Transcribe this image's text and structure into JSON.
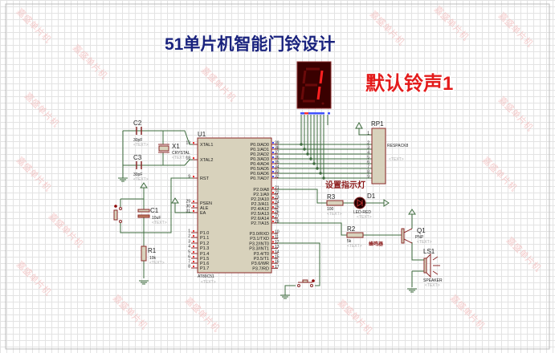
{
  "title": "51单片机智能门铃设计",
  "status_label": "默认铃声1",
  "watermark": "嘉盛单片机",
  "display": {
    "digit": "1"
  },
  "u1": {
    "ref": "U1",
    "part": "AT89C51",
    "text": "<TEXT>",
    "left_pins": [
      [
        "19",
        "XTAL1"
      ],
      [
        "18",
        "XTAL2"
      ],
      [
        "9",
        "RST"
      ],
      [
        "29",
        "PSEN"
      ],
      [
        "30",
        "ALE"
      ],
      [
        "31",
        "EA"
      ],
      [
        "1",
        "P1.0"
      ],
      [
        "2",
        "P1.1"
      ],
      [
        "3",
        "P1.2"
      ],
      [
        "4",
        "P1.3"
      ],
      [
        "5",
        "P1.4"
      ],
      [
        "6",
        "P1.5"
      ],
      [
        "7",
        "P1.6"
      ],
      [
        "8",
        "P1.7"
      ]
    ],
    "right_pins": [
      [
        "39",
        "P0.0/AD0"
      ],
      [
        "38",
        "P0.1/AD1"
      ],
      [
        "37",
        "P0.2/AD2"
      ],
      [
        "36",
        "P0.3/AD3"
      ],
      [
        "35",
        "P0.4/AD4"
      ],
      [
        "34",
        "P0.5/AD5"
      ],
      [
        "33",
        "P0.6/AD6"
      ],
      [
        "32",
        "P0.7/AD7"
      ],
      [
        "21",
        "P2.0/A8"
      ],
      [
        "22",
        "P2.1/A9"
      ],
      [
        "23",
        "P2.2/A10"
      ],
      [
        "24",
        "P2.3/A11"
      ],
      [
        "25",
        "P2.4/A12"
      ],
      [
        "26",
        "P2.5/A13"
      ],
      [
        "27",
        "P2.6/A14"
      ],
      [
        "28",
        "P2.7/A15"
      ],
      [
        "10",
        "P3.0/RXD"
      ],
      [
        "11",
        "P3.1/TXD"
      ],
      [
        "12",
        "P3.2/INT0"
      ],
      [
        "13",
        "P3.3/INT1"
      ],
      [
        "14",
        "P3.4/T0"
      ],
      [
        "15",
        "P3.5/T1"
      ],
      [
        "16",
        "P3.6/WR"
      ],
      [
        "17",
        "P3.7/RD"
      ]
    ]
  },
  "c2": {
    "ref": "C2",
    "value": "30pF",
    "text": "<TEXT>"
  },
  "c3": {
    "ref": "C3",
    "value": "30pF",
    "text": "<TEXT>"
  },
  "x1": {
    "ref": "X1",
    "value": "CRYSTAL",
    "text": "<TEXT>"
  },
  "c1": {
    "ref": "C1",
    "value": "10uF",
    "text": "<TEXT>"
  },
  "r1": {
    "ref": "R1",
    "value": "10k",
    "text": "<TEXT>"
  },
  "rp1": {
    "ref": "RP1",
    "value": "RESPACK8",
    "text": "<TEXT>",
    "pins": [
      "1",
      "2",
      "3",
      "4",
      "5",
      "6",
      "7",
      "8",
      "9"
    ]
  },
  "indicator_label": "设置指示灯",
  "r3": {
    "ref": "R3",
    "value": "100",
    "text": "<TEXT>"
  },
  "d1": {
    "ref": "D1",
    "value": "LED-RED",
    "text": "<TEXT>"
  },
  "r2": {
    "ref": "R2",
    "value": "5k",
    "text": "<TEXT>"
  },
  "buzzer_label": "蜂鸣器",
  "q1": {
    "ref": "Q1",
    "value": "PNP",
    "text": "<TEXT>"
  },
  "ls1": {
    "ref": "LS1",
    "value": "SPEAKER",
    "text": "<TEXT>"
  }
}
